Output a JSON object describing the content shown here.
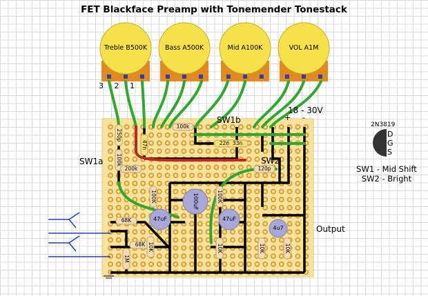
{
  "title": "FET Blackface Preamp with Tonemender Tonestack",
  "pots": [
    {
      "label": "Treble B500K"
    },
    {
      "label": "Bass A500K"
    },
    {
      "label": "Mid A100K"
    },
    {
      "label": "VOL A1M"
    }
  ],
  "pot_pins": [
    "3",
    "2",
    "1"
  ],
  "labels": {
    "sw1a": "SW1a",
    "sw1b": "SW1b",
    "sw2": "SW2",
    "supply": "18 - 30V",
    "plus": "+",
    "minus": "-",
    "output": "Output"
  },
  "components": {
    "c250p": "250p",
    "r100k_left": "100k",
    "r200k": "200k",
    "c47n": "47n",
    "r100k_top": "100k",
    "c22n": "22n",
    "c33n": "33n",
    "c120p": "120p",
    "r68k_1": "68K",
    "r68k_2": "68K",
    "r1m": "1M",
    "r10k_1": "10K",
    "r10k_2": "10K",
    "r10k_3": "10K",
    "r10k_4": "10K",
    "r100k_1": "100K",
    "r100k_2": "100K",
    "c47uf_1": "47uF",
    "c47uf_2": "47uF",
    "c100uf": "100uF",
    "c4u7": "4u7"
  },
  "transistor": {
    "part": "2N3819",
    "pins": [
      "D",
      "G",
      "S"
    ]
  },
  "legend": [
    "SW1 - Mid Shift",
    "SW2 - Bright"
  ],
  "colors": {
    "board": "#f7e39e",
    "hole": "#d8a030",
    "track": "#000000",
    "wire_green": "#2ea82e",
    "wire_red": "#c0281c",
    "pot_body": "#f5e24a",
    "pot_base": "#e08a20"
  }
}
